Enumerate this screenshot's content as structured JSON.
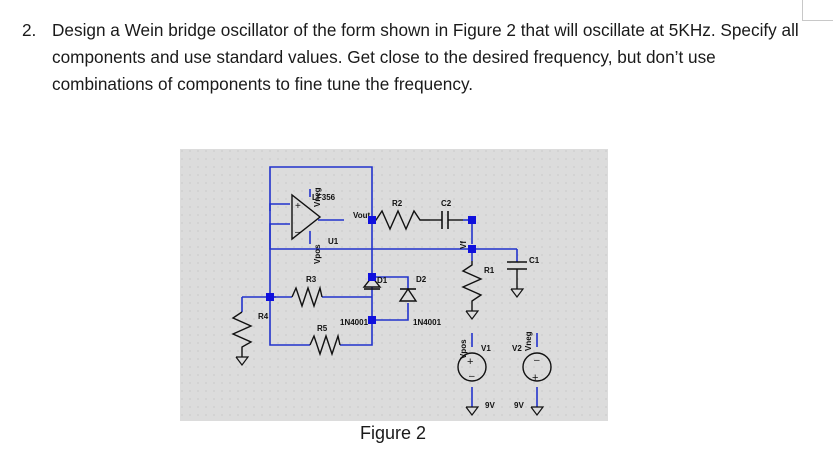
{
  "question": {
    "number": "2.",
    "text": "Design a Wein bridge oscillator of the form shown in Figure 2 that will oscillate at 5KHz. Specify all components and use standard values.  Get close to the desired frequency, but don’t use combinations of components to fine tune the frequency."
  },
  "figure": {
    "caption": "Figure 2",
    "labels": {
      "opamp_model": "LF356",
      "opamp_ref": "U1",
      "vneg_pin": "Vneg",
      "vpos_pin": "Vpos",
      "plus_sign": "+",
      "minus_sign": "–",
      "vout": "Vout",
      "r1": "R1",
      "r2": "R2",
      "r3": "R3",
      "r4": "R4",
      "r5": "R5",
      "c1": "C1",
      "c2": "C2",
      "d1": "D1",
      "d2": "D2",
      "d1_model": "1N4001",
      "d2_model": "1N4001",
      "vf": "Vf",
      "v1": "V1",
      "v2": "V2",
      "v1_value": "9V",
      "v2_value": "9V",
      "vpos_net": "Vpos",
      "vneg_net": "Vneg",
      "src_plus": "+",
      "src_minus": "–"
    },
    "colors": {
      "background": "#dcdcdc",
      "wire": "#2233cc",
      "component": "#111111",
      "junction": "#1010dd"
    }
  }
}
